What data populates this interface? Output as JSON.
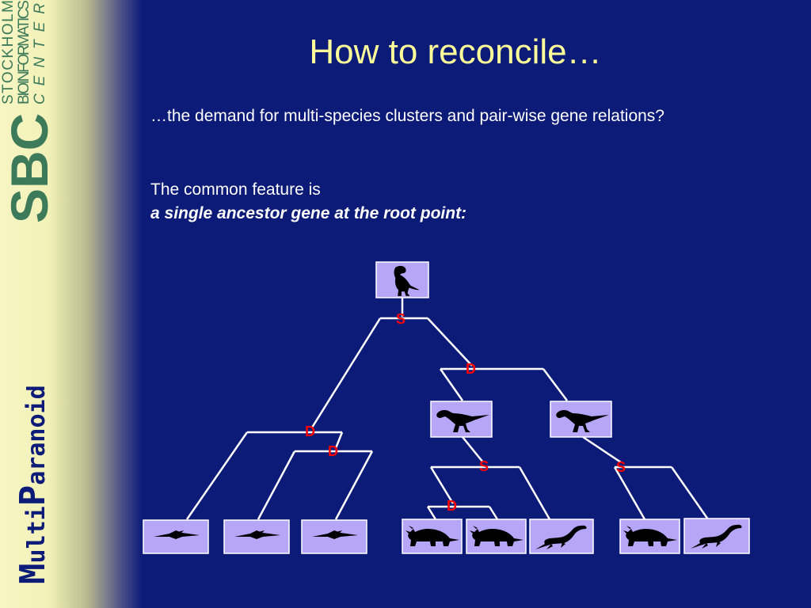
{
  "title": "How to reconcile…",
  "paragraph1": "…the demand for multi-species clusters and pair-wise gene relations?",
  "paragraph2": "The common feature is",
  "paragraph3": "a single ancestor gene at the root point:",
  "logo": {
    "letters": "SBC",
    "line1": "STOCKHOLM",
    "line2": "BIOINFORMATICS",
    "line3": "CENTER"
  },
  "brand": {
    "big_m": "M",
    "small1": "ulti",
    "big_p": "P",
    "small2": "aranoid"
  },
  "tree": {
    "root_species": "dinosaur",
    "nodes": [
      "S",
      "D",
      "D",
      "D",
      "S",
      "S",
      "D"
    ],
    "leaves": [
      "pterosaur",
      "pterosaur",
      "pterosaur",
      "triceratops",
      "triceratops",
      "plesiosaur",
      "triceratops",
      "plesiosaur"
    ],
    "internal_species": [
      "theropod",
      "theropod"
    ]
  },
  "colors": {
    "background": "#0c1a78",
    "title": "#ffff99",
    "species_box": "#b6a6f8",
    "event_label": "#ff0000",
    "logo_green": "#3d7a5a"
  }
}
